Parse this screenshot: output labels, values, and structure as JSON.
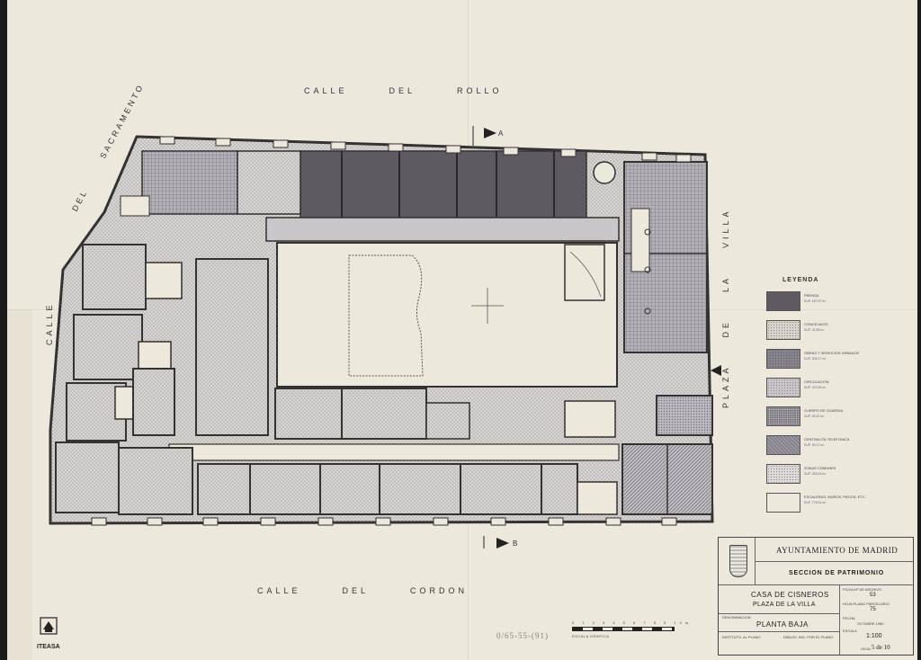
{
  "streets": {
    "north": [
      "CALLE",
      "DEL",
      "ROLLO"
    ],
    "south": [
      "CALLE",
      "DEL",
      "CORDON"
    ],
    "west_upper": [
      "DEL",
      "SACRAMENTO"
    ],
    "west_lower": "CALLE",
    "east": [
      "PLAZA",
      "DE",
      "LA",
      "VILLA"
    ]
  },
  "section_marks": {
    "a": "A",
    "b": "B"
  },
  "legend": {
    "title": "LEYENDA",
    "items": [
      {
        "name": "PRENSA",
        "area": "SUP. 157,87 m²",
        "fill": "#5f5a62",
        "pattern": "solid"
      },
      {
        "name": "CONCEJALES",
        "area": "SUP. 31,85 m²",
        "fill": "#d9d4c9",
        "pattern": "dots"
      },
      {
        "name": "OBRAS Y SERVICIOS URBANOS",
        "area": "SUP. 305,27 m²",
        "fill": "#8e8994",
        "pattern": "grid"
      },
      {
        "name": "CIRCULACION",
        "area": "SUP. 470,55 m²",
        "fill": "#c9c5c8",
        "pattern": "dots"
      },
      {
        "name": "CUERPO DE GUARDIA",
        "area": "SUP. 25,31 m²",
        "fill": "#a8a4ab",
        "pattern": "fine"
      },
      {
        "name": "CENTRALITA TELEFONICA",
        "area": "SUP. 90,07 m²",
        "fill": "#9a96a0",
        "pattern": "hatch"
      },
      {
        "name": "ZONAS COMUNES",
        "area": "SUP. 283,43 m²",
        "fill": "#dcd8d6",
        "pattern": "dots"
      },
      {
        "name": "ESCALERAS, MUROS, PATIOS, ETC.",
        "area": "SUP. 776,94 m²",
        "fill": "#ece8dc",
        "pattern": "none"
      }
    ]
  },
  "title_block": {
    "org": "AYUNTAMIENTO DE MADRID",
    "section": "SECCION DE PATRIMONIO",
    "building": "CASA DE CISNEROS",
    "location": "PLAZA DE LA VILLA",
    "denominacion_label": "DENOMINACION",
    "plan_name": "PLANTA BAJA",
    "ficha_label": "FICHA Nº DE ARCHIVO",
    "ficha_value": "53",
    "hoja_label": "HOJA PLANO PARCELARIO",
    "hoja_value": "75",
    "fecha_label": "FECHA",
    "fecha_value": "OCTUBRE 1980",
    "escala_label": "ESCALA",
    "escala_value": "1:100",
    "instituto_label": "INSTITUTO. AL PLANO",
    "dibujo_label": "DIBUJO: ING. POR EL PLANO",
    "hoja2_label": "HOJA",
    "hoja2_value": "5 de 10"
  },
  "scale": {
    "ticks": "0 1 2 3 4 5 6 7 8 9 10m",
    "label": "ESCALA GRAFICA"
  },
  "handwritten": "0/65-55-(91)",
  "logo_text": "ITEASA"
}
